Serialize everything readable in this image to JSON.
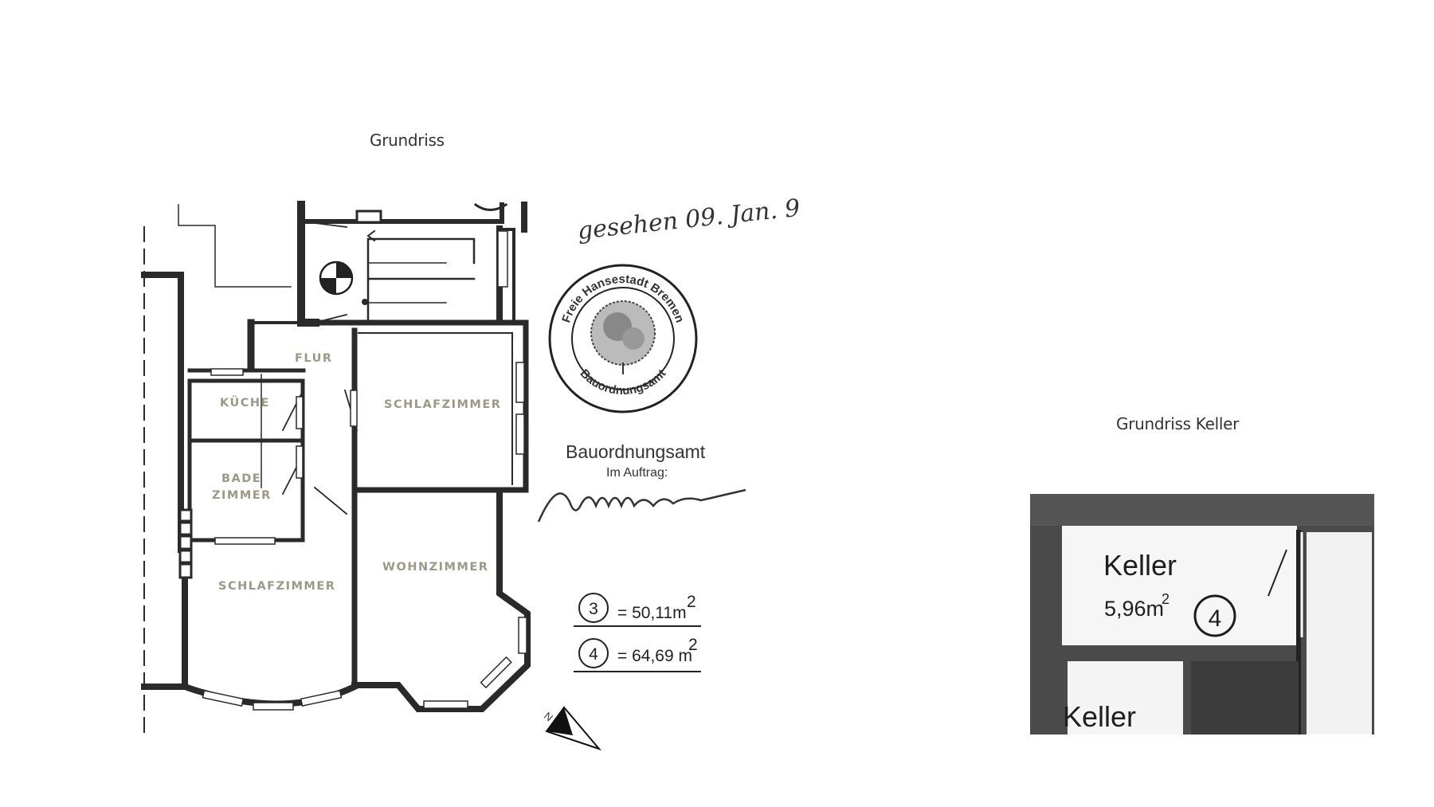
{
  "captions": {
    "main": "Grundriss",
    "keller": "Grundriss Keller"
  },
  "rooms": {
    "flur": "FLUR",
    "kueche": "KÜCHE",
    "bade_1": "BADE",
    "bade_2": "ZIMMER",
    "schlafzimmer_right": "SCHLAFZIMMER",
    "schlafzimmer_left": "SCHLAFZIMMER",
    "wohnzimmer": "WOHNZIMMER"
  },
  "stamp": {
    "handwritten_date": "gesehen 09. Jan. 9",
    "seal_text": "Freie Hansestadt Bremen · Bauordnungsamt",
    "office": "Bauordnungsamt",
    "im_auftrag": "Im Auftrag:",
    "signature": "Signature"
  },
  "areas": [
    {
      "unit": "3",
      "value": "= 50,11m",
      "exp": "2"
    },
    {
      "unit": "4",
      "value": "= 64,69 m",
      "exp": "2"
    }
  ],
  "keller": {
    "label": "Keller",
    "area": "5,96m",
    "exp": "2",
    "unit": "4",
    "label_2": "Keller"
  },
  "icons": {
    "north": "north-arrow-icon",
    "fuse": "electric-meter-icon"
  }
}
